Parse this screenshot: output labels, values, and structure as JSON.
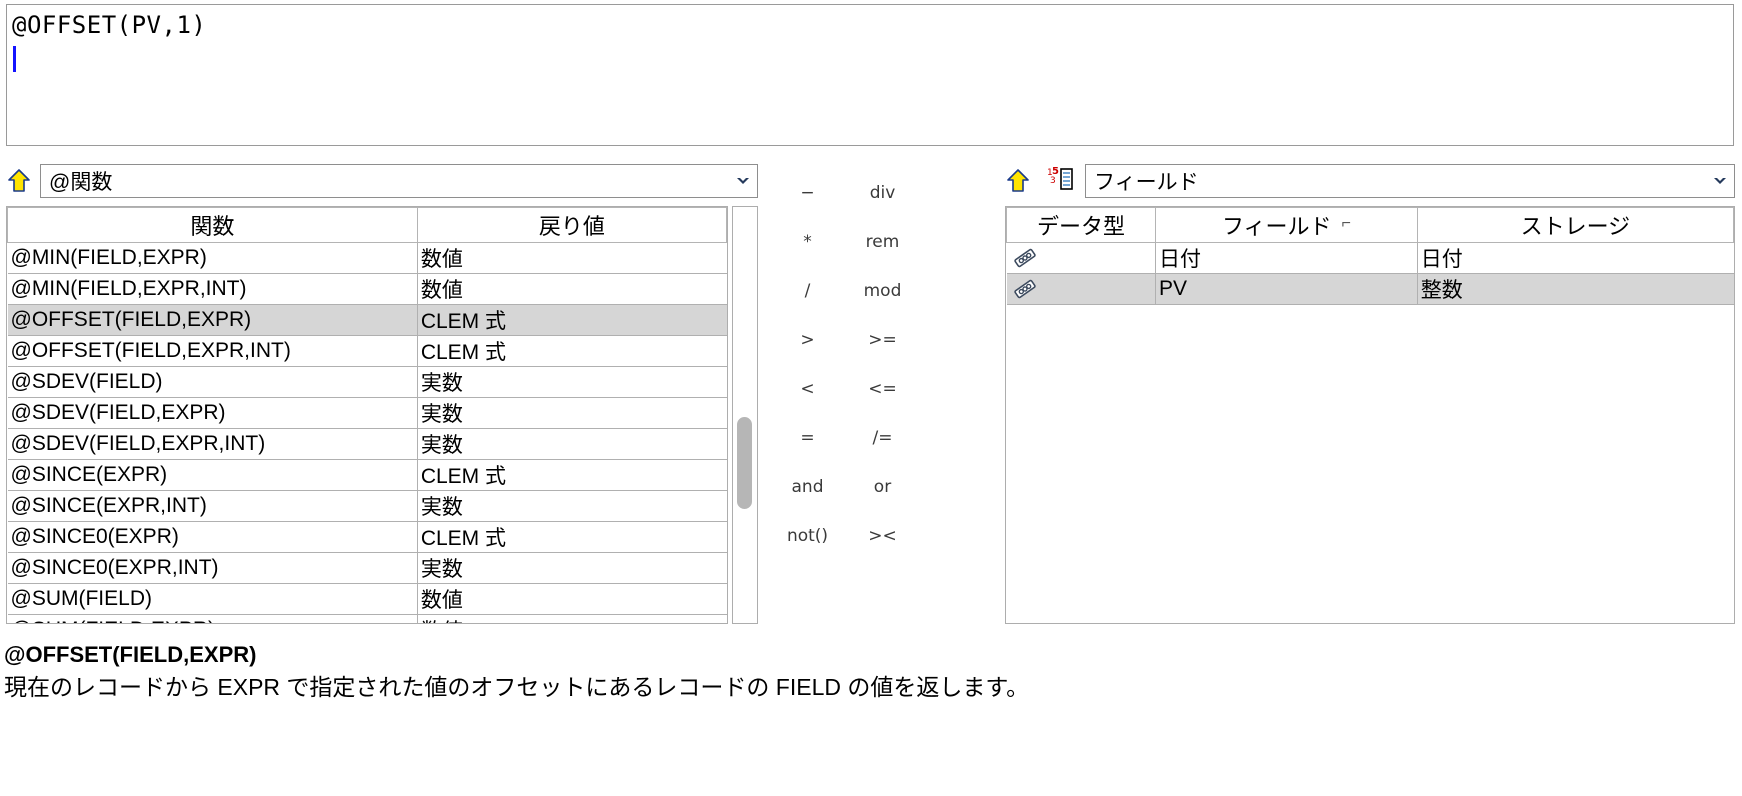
{
  "expression": {
    "value": "@OFFSET(PV,1)",
    "caret_visible": true
  },
  "function_panel": {
    "insert_icon": "up-arrow-icon",
    "category_label": "@関数",
    "dropdown_icon": "chevron-down-icon",
    "columns": [
      "関数",
      "戻り値"
    ],
    "selected_index": 2,
    "rows": [
      {
        "name": "@MIN(FIELD,EXPR)",
        "ret": "数値"
      },
      {
        "name": "@MIN(FIELD,EXPR,INT)",
        "ret": "数値"
      },
      {
        "name": "@OFFSET(FIELD,EXPR)",
        "ret": "CLEM 式"
      },
      {
        "name": "@OFFSET(FIELD,EXPR,INT)",
        "ret": "CLEM 式"
      },
      {
        "name": "@SDEV(FIELD)",
        "ret": "実数"
      },
      {
        "name": "@SDEV(FIELD,EXPR)",
        "ret": "実数"
      },
      {
        "name": "@SDEV(FIELD,EXPR,INT)",
        "ret": "実数"
      },
      {
        "name": "@SINCE(EXPR)",
        "ret": "CLEM 式"
      },
      {
        "name": "@SINCE(EXPR,INT)",
        "ret": "実数"
      },
      {
        "name": "@SINCE0(EXPR)",
        "ret": "CLEM 式"
      },
      {
        "name": "@SINCE0(EXPR,INT)",
        "ret": "実数"
      },
      {
        "name": "@SUM(FIELD)",
        "ret": "数値"
      },
      {
        "name": "@SUM(FIELD,EXPR)",
        "ret": "数値"
      }
    ],
    "scrollbar": {
      "name": "vertical-scrollbar"
    }
  },
  "operator_pad": {
    "buttons": [
      "−",
      "div",
      "*",
      "rem",
      "/",
      "mod",
      ">",
      ">=",
      "<",
      "<=",
      "=",
      "/=",
      "and",
      "or",
      "not()",
      "><"
    ]
  },
  "field_panel": {
    "insert_icon": "up-arrow-icon",
    "measure_icon": "number-list-icon",
    "category_label": "フィールド",
    "dropdown_icon": "chevron-down-icon",
    "columns": [
      "データ型",
      "フィールド",
      "ストレージ"
    ],
    "sort_marker": "⌐",
    "selected_index": 1,
    "rows": [
      {
        "type_icon": "ruler-icon",
        "field": "日付",
        "storage": "日付"
      },
      {
        "type_icon": "ruler-icon",
        "field": "PV",
        "storage": "整数"
      }
    ]
  },
  "help": {
    "title": "@OFFSET(FIELD,EXPR)",
    "body": "現在のレコードから EXPR で指定された値のオフセットにあるレコードの FIELD の値を返します。"
  },
  "colors": {
    "caret": "#1414ff",
    "selection": "#d6d6d6",
    "border": "#adadad",
    "arrow_fill": "#ffe400",
    "arrow_stroke": "#1a3a8a"
  }
}
